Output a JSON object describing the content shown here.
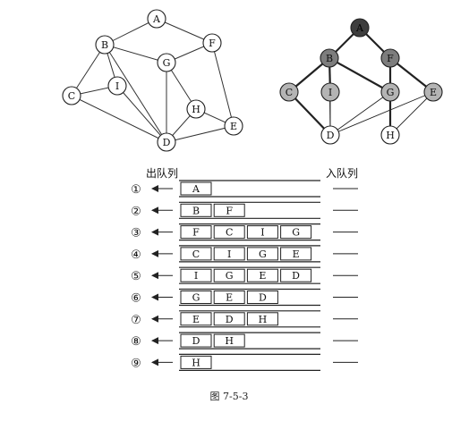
{
  "graph1": {
    "nodes": [
      {
        "id": "A",
        "label": "A"
      },
      {
        "id": "B",
        "label": "B"
      },
      {
        "id": "F",
        "label": "F"
      },
      {
        "id": "G",
        "label": "G"
      },
      {
        "id": "I",
        "label": "I"
      },
      {
        "id": "C",
        "label": "C"
      },
      {
        "id": "H",
        "label": "H"
      },
      {
        "id": "E",
        "label": "E"
      },
      {
        "id": "D",
        "label": "D"
      }
    ],
    "edges": [
      [
        "A",
        "B"
      ],
      [
        "A",
        "F"
      ],
      [
        "B",
        "G"
      ],
      [
        "B",
        "I"
      ],
      [
        "B",
        "C"
      ],
      [
        "B",
        "D"
      ],
      [
        "F",
        "G"
      ],
      [
        "F",
        "E"
      ],
      [
        "G",
        "H"
      ],
      [
        "G",
        "D"
      ],
      [
        "I",
        "C"
      ],
      [
        "I",
        "D"
      ],
      [
        "C",
        "D"
      ],
      [
        "H",
        "E"
      ],
      [
        "E",
        "D"
      ],
      [
        "H",
        "D"
      ]
    ]
  },
  "graph2": {
    "nodes": [
      {
        "id": "A",
        "label": "A",
        "shade": "#3e3e3e"
      },
      {
        "id": "B",
        "label": "B",
        "shade": "#7d7d7d"
      },
      {
        "id": "F",
        "label": "F",
        "shade": "#7d7d7d"
      },
      {
        "id": "C",
        "label": "C",
        "shade": "#b4b4b4"
      },
      {
        "id": "I",
        "label": "I",
        "shade": "#b4b4b4"
      },
      {
        "id": "G",
        "label": "G",
        "shade": "#b4b4b4"
      },
      {
        "id": "E",
        "label": "E",
        "shade": "#b4b4b4"
      },
      {
        "id": "D",
        "label": "D",
        "shade": "#ffffff"
      },
      {
        "id": "H",
        "label": "H",
        "shade": "#ffffff"
      }
    ],
    "edges": [
      {
        "from": "A",
        "to": "B",
        "bold": true
      },
      {
        "from": "A",
        "to": "F",
        "bold": true
      },
      {
        "from": "B",
        "to": "C",
        "bold": true
      },
      {
        "from": "B",
        "to": "I",
        "bold": true
      },
      {
        "from": "B",
        "to": "G",
        "bold": true
      },
      {
        "from": "F",
        "to": "G",
        "bold": true
      },
      {
        "from": "F",
        "to": "E",
        "bold": true
      },
      {
        "from": "C",
        "to": "D",
        "bold": true
      },
      {
        "from": "G",
        "to": "H",
        "bold": true
      },
      {
        "from": "I",
        "to": "D",
        "bold": false
      },
      {
        "from": "G",
        "to": "D",
        "bold": false
      },
      {
        "from": "E",
        "to": "D",
        "bold": false
      },
      {
        "from": "E",
        "to": "H",
        "bold": false
      },
      {
        "from": "B",
        "to": "D",
        "bold": false
      }
    ]
  },
  "queue": {
    "dequeue_label": "出队列",
    "enqueue_label": "入队列",
    "rows": [
      {
        "step": "①",
        "items": [
          "A"
        ]
      },
      {
        "step": "②",
        "items": [
          "B",
          "F"
        ]
      },
      {
        "step": "③",
        "items": [
          "F",
          "C",
          "I",
          "G"
        ]
      },
      {
        "step": "④",
        "items": [
          "C",
          "I",
          "G",
          "E"
        ]
      },
      {
        "step": "⑤",
        "items": [
          "I",
          "G",
          "E",
          "D"
        ]
      },
      {
        "step": "⑥",
        "items": [
          "G",
          "E",
          "D"
        ]
      },
      {
        "step": "⑦",
        "items": [
          "E",
          "D",
          "H"
        ]
      },
      {
        "step": "⑧",
        "items": [
          "D",
          "H"
        ]
      },
      {
        "step": "⑨",
        "items": [
          "H"
        ]
      }
    ]
  },
  "caption": "图 7-5-3"
}
